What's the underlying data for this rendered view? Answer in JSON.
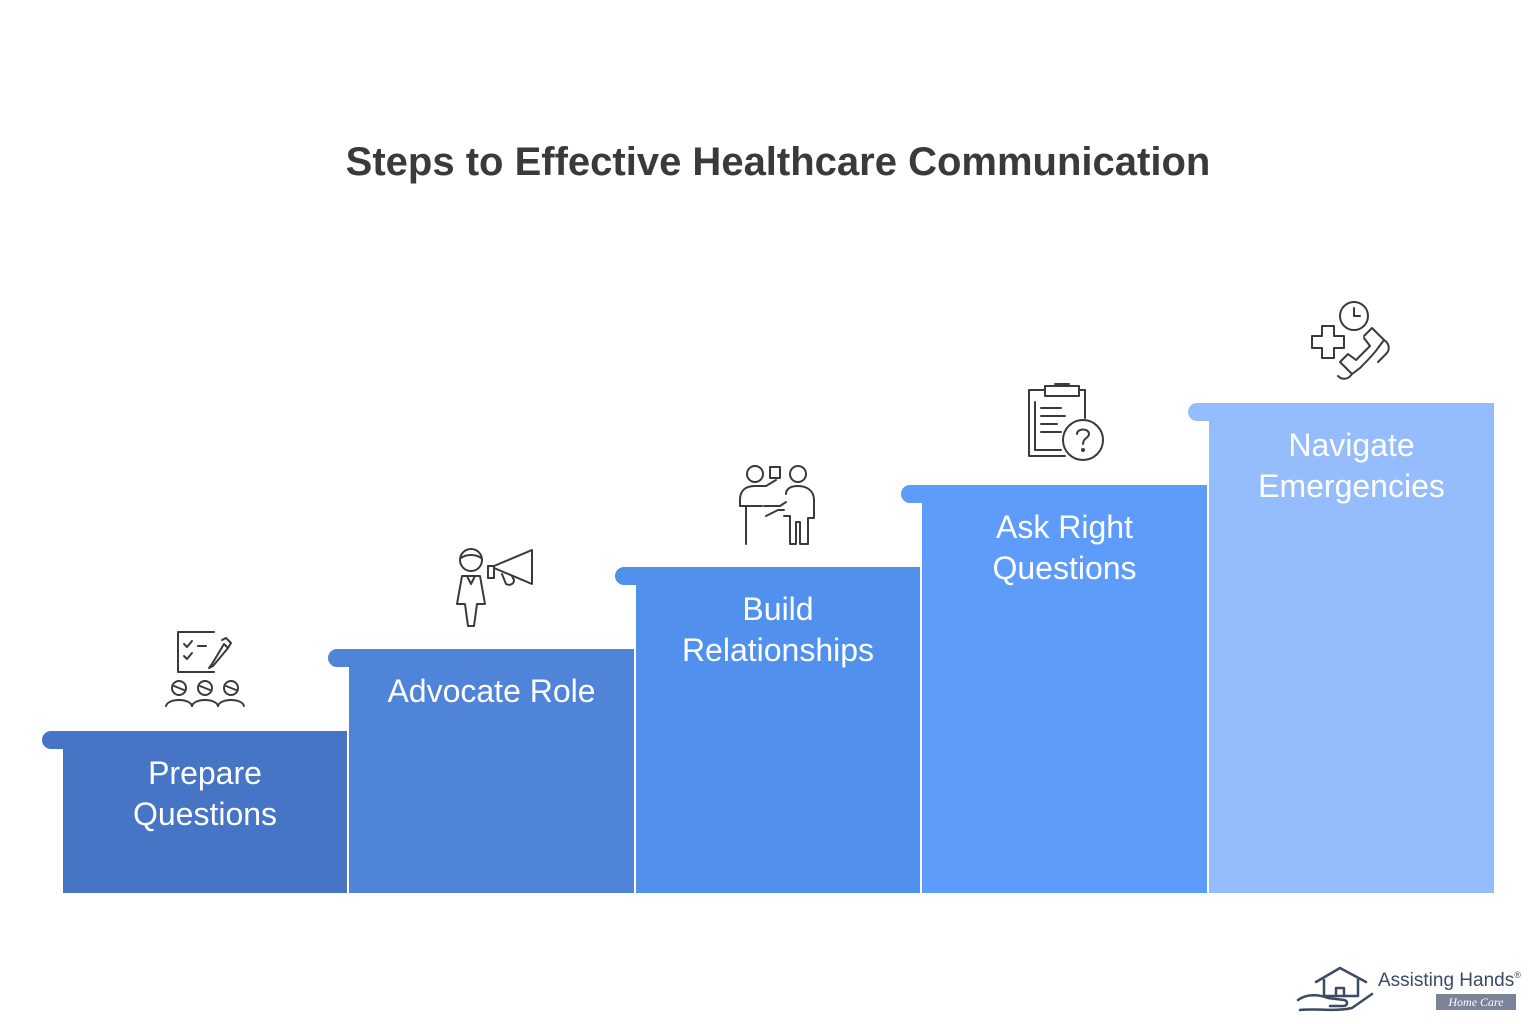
{
  "title": "Steps to Effective Healthcare Communication",
  "steps": [
    {
      "line1": "Prepare",
      "line2": "Questions",
      "color": "#4575c4",
      "icon": "checklist-group-icon"
    },
    {
      "line1": "Advocate Role",
      "line2": "",
      "color": "#4f84d8",
      "icon": "advocate-megaphone-icon"
    },
    {
      "line1": "Build",
      "line2": "Relationships",
      "color": "#5190ec",
      "icon": "people-conversation-icon"
    },
    {
      "line1": "Ask Right",
      "line2": "Questions",
      "color": "#5e9cfb",
      "icon": "clipboard-question-icon"
    },
    {
      "line1": "Navigate",
      "line2": "Emergencies",
      "color": "#95bcfc",
      "icon": "medical-phone-clock-icon"
    }
  ],
  "logo": {
    "brand": "Assisting Hands",
    "registered": "®",
    "sub": "Home Care"
  }
}
